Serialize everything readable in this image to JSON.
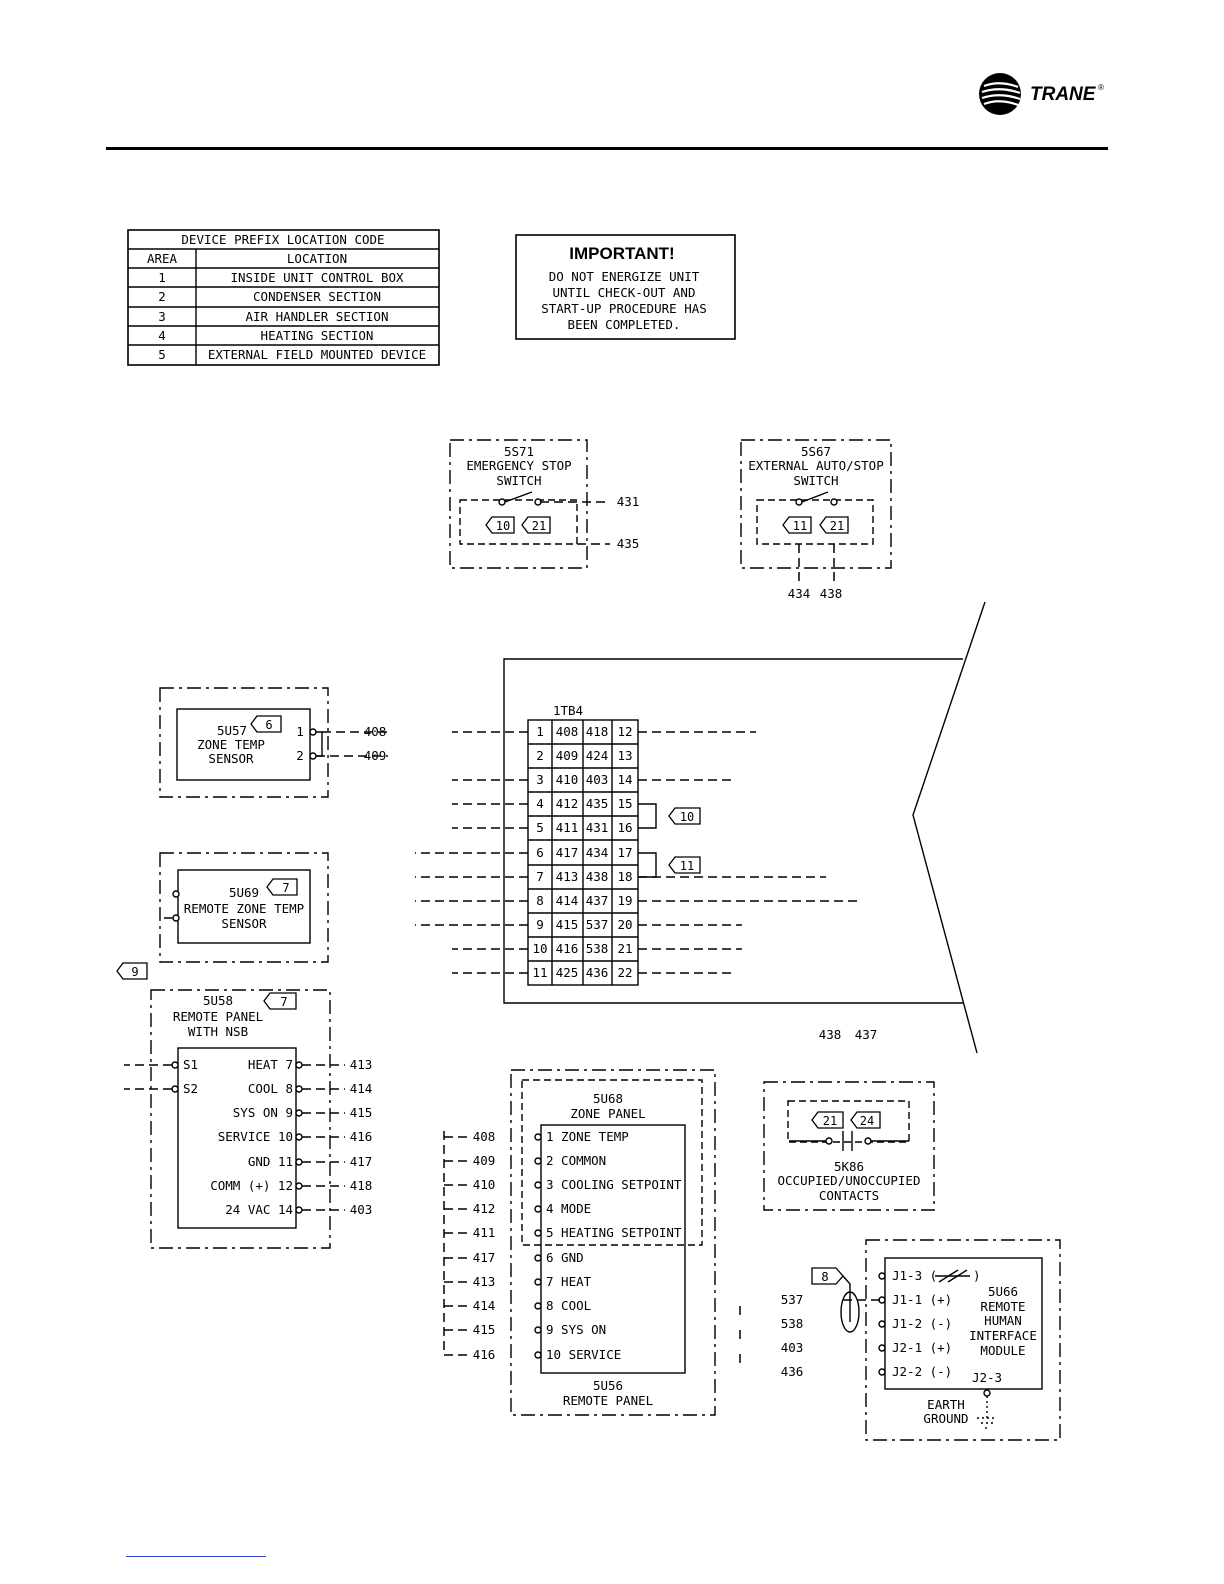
{
  "brand": {
    "name": "TRANE",
    "trademark": "®",
    "color": "#000000"
  },
  "location_table": {
    "title": "DEVICE PREFIX LOCATION CODE",
    "headers": [
      "AREA",
      "LOCATION"
    ],
    "rows": [
      [
        "1",
        "INSIDE UNIT CONTROL BOX"
      ],
      [
        "2",
        "CONDENSER SECTION"
      ],
      [
        "3",
        "AIR HANDLER SECTION"
      ],
      [
        "4",
        "HEATING SECTION"
      ],
      [
        "5",
        "EXTERNAL FIELD MOUNTED DEVICE"
      ]
    ]
  },
  "important": {
    "title": "IMPORTANT!",
    "lines": [
      "DO NOT ENERGIZE UNIT",
      "UNTIL CHECK-OUT AND",
      "START-UP PROCEDURE HAS",
      "BEEN COMPLETED."
    ]
  },
  "devices": {
    "s71": {
      "id": "5S71",
      "line1": "EMERGENCY STOP",
      "line2": "SWITCH",
      "flags": [
        "10",
        "21"
      ],
      "wires": [
        "431",
        "435"
      ]
    },
    "s67": {
      "id": "5S67",
      "line1": "EXTERNAL AUTO/STOP",
      "line2": "SWITCH",
      "flags": [
        "11",
        "21"
      ],
      "wires": [
        "434",
        "438"
      ]
    },
    "u57": {
      "id": "5U57",
      "flag": "6",
      "line1": "ZONE TEMP",
      "line2": "SENSOR",
      "terms": [
        "1",
        "2"
      ],
      "wires": [
        "408",
        "409"
      ]
    },
    "u69": {
      "id": "5U69",
      "flag": "7",
      "line1": "REMOTE ZONE TEMP",
      "line2": "SENSOR"
    },
    "u58": {
      "id": "5U58",
      "flag": "7",
      "line1": "REMOTE PANEL",
      "line2": "WITH NSB",
      "left_terms": [
        "S1",
        "S2"
      ],
      "right_terms": [
        "HEAT 7",
        "COOL 8",
        "SYS ON 9",
        "SERVICE 10",
        "GND 11",
        "COMM (+) 12",
        "24 VAC 14"
      ],
      "wires": [
        "413",
        "414",
        "415",
        "416",
        "417",
        "418",
        "403"
      ]
    },
    "u68": {
      "id": "5U68",
      "title": "ZONE PANEL",
      "sub_id": "5U56",
      "sub_title": "REMOTE PANEL",
      "terms": [
        "1 ZONE TEMP",
        "2 COMMON",
        "3 COOLING SETPOINT",
        "4 MODE",
        "5 HEATING SETPOINT",
        "6 GND",
        "7 HEAT",
        "8 COOL",
        "9 SYS ON",
        "10 SERVICE"
      ],
      "wires": [
        "408",
        "409",
        "410",
        "412",
        "411",
        "417",
        "413",
        "414",
        "415",
        "416"
      ]
    },
    "k86": {
      "id": "5K86",
      "line1": "OCCUPIED/UNOCCUPIED",
      "line2": "CONTACTS",
      "flags": [
        "21",
        "24"
      ],
      "wires": [
        "438",
        "437"
      ]
    },
    "u66": {
      "id": "5U66",
      "lines": [
        "REMOTE",
        "HUMAN",
        "INTERFACE",
        "MODULE"
      ],
      "terms": [
        "J1-3 (",
        "J1-1 (+)",
        "J1-2 (-)",
        "J2-1 (+)",
        "J2-2 (-)"
      ],
      "j23": "J2-3",
      "ground1": "EARTH",
      "ground2": "GROUND",
      "flag": "8",
      "wires": [
        "537",
        "538",
        "403",
        "436"
      ]
    }
  },
  "flags": {
    "f9": "9",
    "f10": "10",
    "f11": "11"
  },
  "terminal_block": {
    "title": "1TB4",
    "rows": [
      [
        "1",
        "408",
        "418",
        "12"
      ],
      [
        "2",
        "409",
        "424",
        "13"
      ],
      [
        "3",
        "410",
        "403",
        "14"
      ],
      [
        "4",
        "412",
        "435",
        "15"
      ],
      [
        "5",
        "411",
        "431",
        "16"
      ],
      [
        "6",
        "417",
        "434",
        "17"
      ],
      [
        "7",
        "413",
        "438",
        "18"
      ],
      [
        "8",
        "414",
        "437",
        "19"
      ],
      [
        "9",
        "415",
        "537",
        "20"
      ],
      [
        "10",
        "416",
        "538",
        "21"
      ],
      [
        "11",
        "425",
        "436",
        "22"
      ]
    ]
  }
}
